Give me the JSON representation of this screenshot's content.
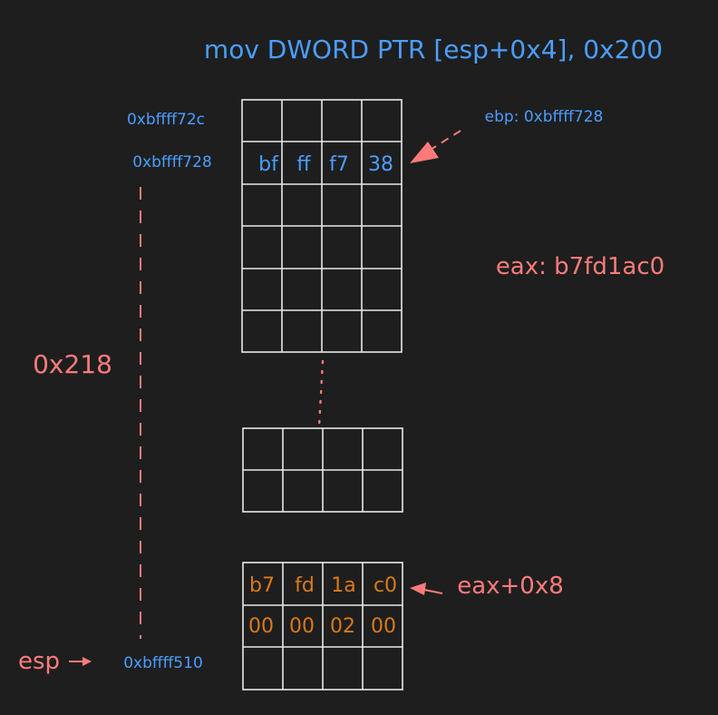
{
  "title": "mov DWORD PTR [esp+0x4], 0x200",
  "colors": {
    "background": "#1e1e1e",
    "blue": "#4a9eff",
    "red": "#ff7b7b",
    "orange": "#d97a1a",
    "grid": "#e8e8e8"
  },
  "addresses": {
    "top": "0xbffff72c",
    "ebp_row": "0xbffff728",
    "esp_row": "0xbffff510"
  },
  "labels": {
    "ebp": "ebp: 0xbffff728",
    "eax": "eax: b7fd1ac0",
    "offset": "0x218",
    "esp": "esp",
    "eax_plus": "eax+0x8"
  },
  "cells": {
    "ebp_bytes": [
      "bf",
      "ff",
      "f7",
      "38"
    ],
    "eax_bytes": [
      "b7",
      "fd",
      "1a",
      "c0"
    ],
    "value_bytes": [
      "00",
      "00",
      "02",
      "00"
    ]
  }
}
